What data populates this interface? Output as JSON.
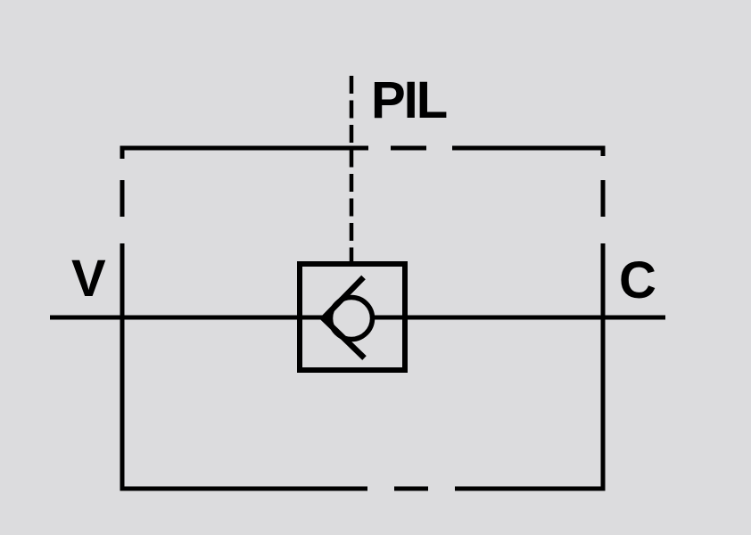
{
  "labels": {
    "pilot": "PIL",
    "valve_port": "V",
    "cylinder_port": "C"
  },
  "colors": {
    "background": "#dcdcde",
    "line": "#000000"
  }
}
